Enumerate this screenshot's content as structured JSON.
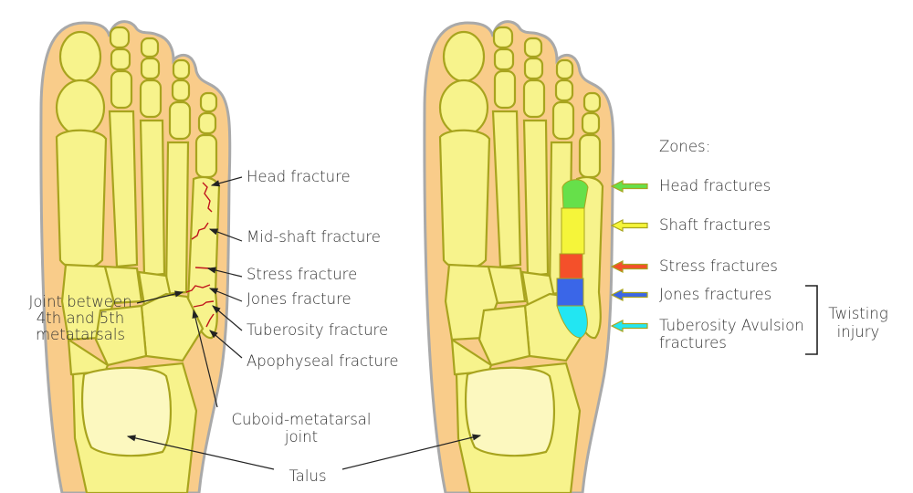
{
  "left_foot": {
    "labels": {
      "head": "Head fracture",
      "midshaft": "Mid-shaft fracture",
      "stress": "Stress fracture",
      "jones": "Jones fracture",
      "tuberosity": "Tuberosity fracture",
      "apophyseal": "Apophyseal fracture",
      "joint_line1": "Joint between",
      "joint_line2": "4th and 5th",
      "joint_line3": "metatarsals",
      "cuboid_line1": "Cuboid-metatarsal",
      "cuboid_line2": "joint"
    }
  },
  "talus_label": "Talus",
  "right_foot": {
    "zones_title": "Zones:",
    "zones": [
      {
        "label": "Head fractures",
        "color": "#66e04a"
      },
      {
        "label": "Shaft fractures",
        "color": "#f5f53a"
      },
      {
        "label": "Stress fractures",
        "color": "#f4502a"
      },
      {
        "label": "Jones fractures",
        "color": "#3a66e8"
      },
      {
        "label": "Tuberosity Avulsion",
        "label2": "fractures",
        "color": "#22e6f2"
      }
    ],
    "bracket_line1": "Twisting",
    "bracket_line2": "injury"
  }
}
